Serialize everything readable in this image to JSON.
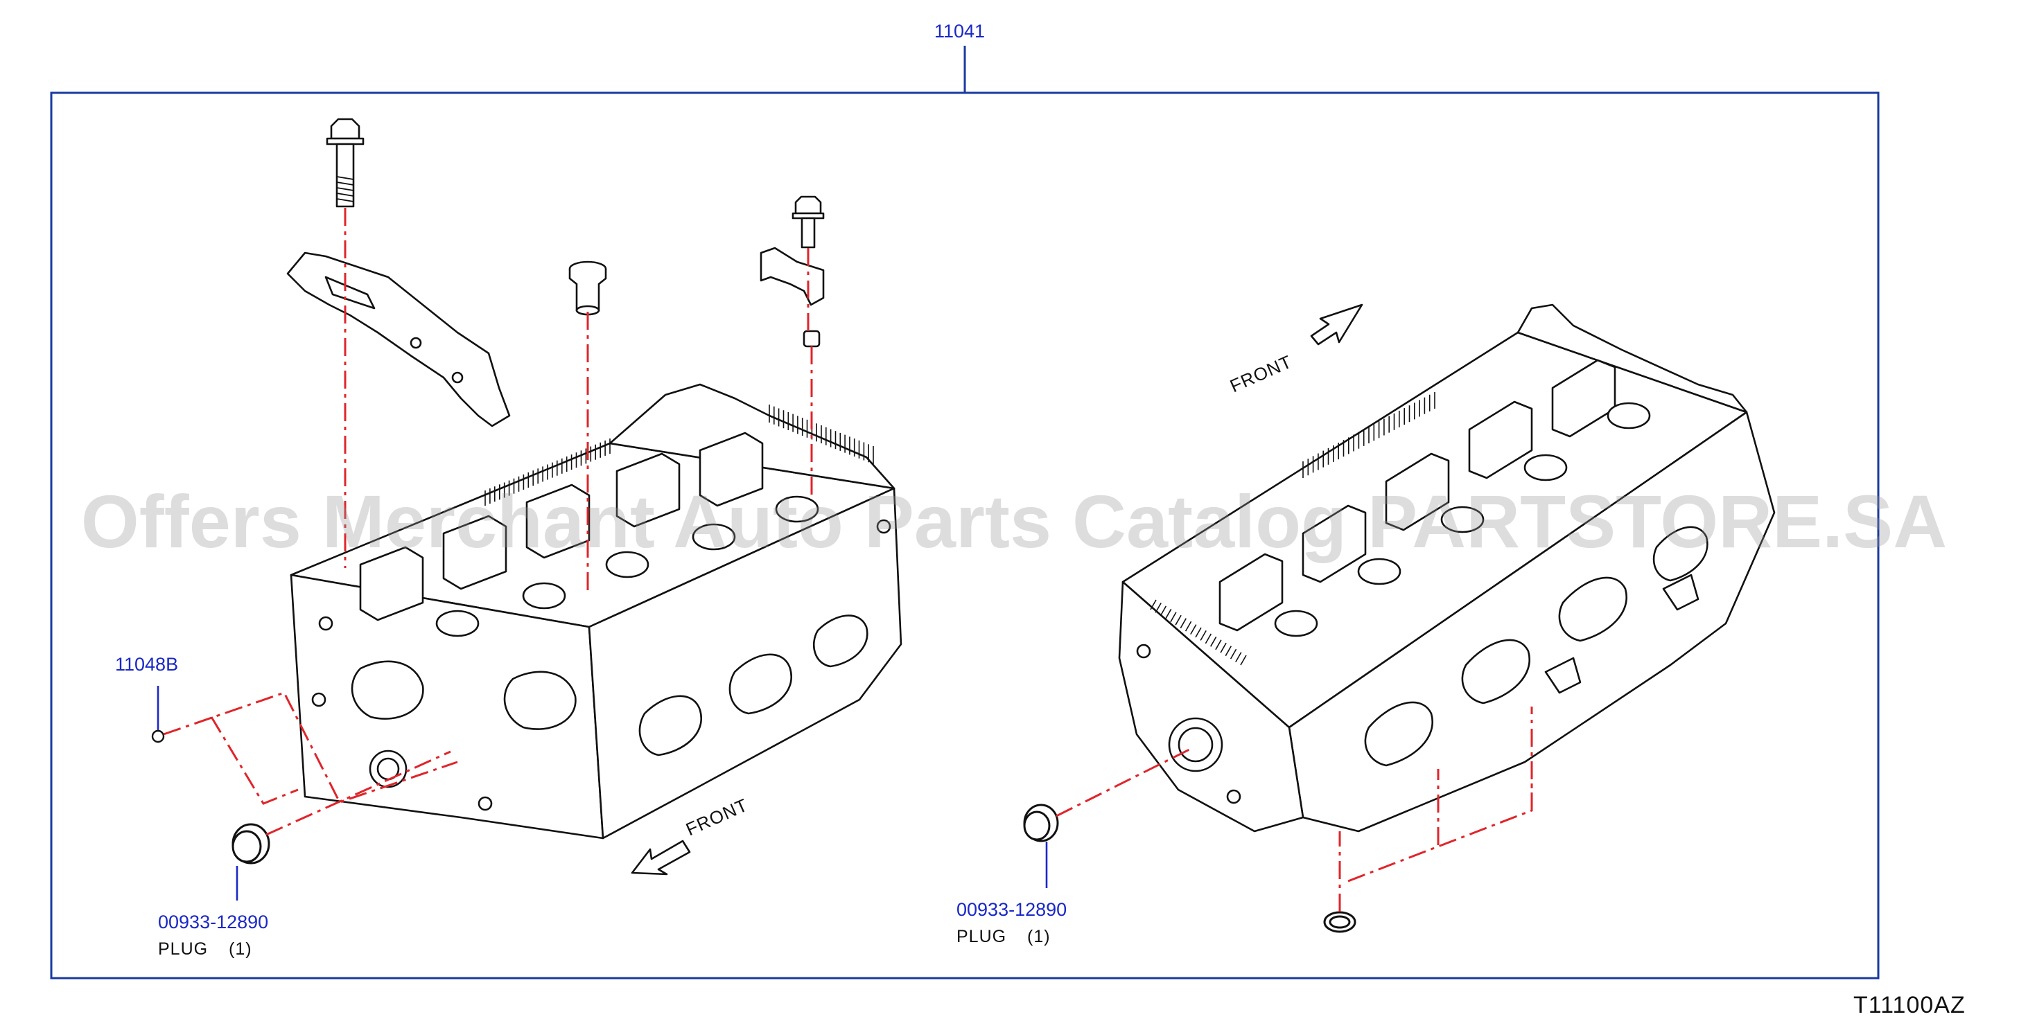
{
  "diagram": {
    "main_part_number": "11041",
    "illustration_code": "T11100AZ",
    "watermark": "Offers Merchant Auto Parts Catalog PARTSTORE.SA",
    "colors": {
      "frame": "#1a3aa0",
      "callout": "#1a28c8",
      "leader": "#e0252a",
      "drawing": "#111111"
    },
    "callouts": {
      "gallery_plug": "11048B",
      "left_plug": {
        "part": "00933-12890",
        "name": "PLUG",
        "qty": "(1)"
      },
      "right_plug": {
        "part": "00933-12890",
        "name": "PLUG",
        "qty": "(1)"
      }
    },
    "front_labels": {
      "left": "FRONT",
      "right": "FRONT"
    }
  }
}
